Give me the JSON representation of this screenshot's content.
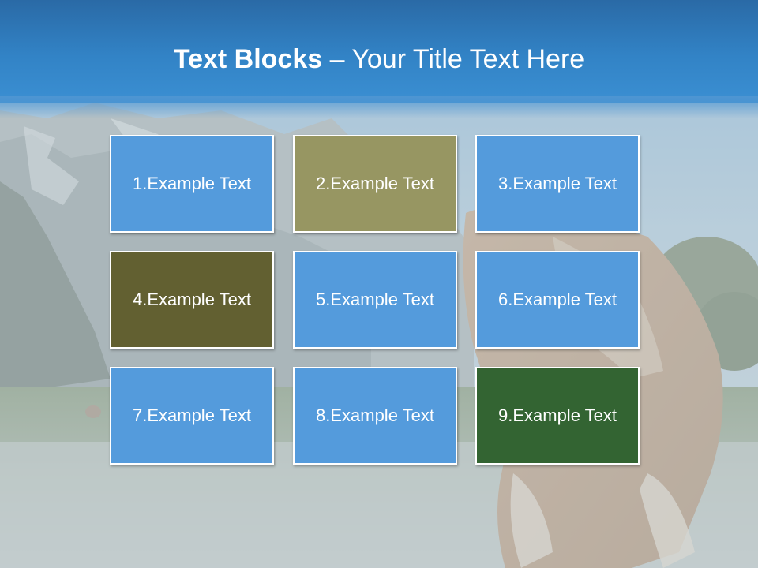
{
  "title": {
    "bold": "Text Blocks",
    "rest": " – Your Title Text Here"
  },
  "blocks": [
    {
      "label": "1.Example Text",
      "color": "#549bdc"
    },
    {
      "label": "2.Example Text",
      "color": "#979662"
    },
    {
      "label": "3.Example Text",
      "color": "#549bdc"
    },
    {
      "label": "4.Example Text",
      "color": "#626031"
    },
    {
      "label": "5.Example Text",
      "color": "#549bdc"
    },
    {
      "label": "6.Example Text",
      "color": "#549bdc"
    },
    {
      "label": "7.Example Text",
      "color": "#549bdc"
    },
    {
      "label": "8.Example Text",
      "color": "#549bdc"
    },
    {
      "label": "9.Example Text",
      "color": "#336432"
    }
  ],
  "colors": {
    "title_bar": "#3283c6",
    "title_text": "#ffffff"
  }
}
